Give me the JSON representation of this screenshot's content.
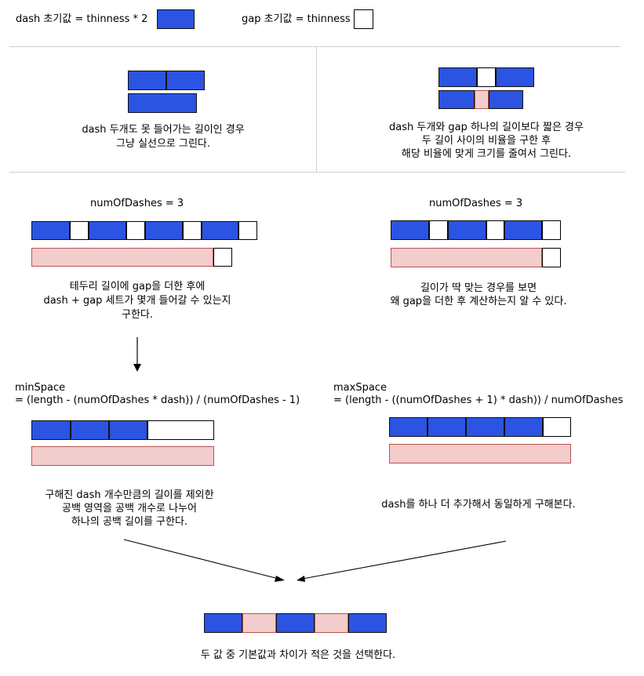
{
  "legend": {
    "dash_label": "dash 초기값 = thinness * 2",
    "gap_label": "gap 초기값 = thinness"
  },
  "case_short": {
    "text_line1": "dash 두개도 못 들어가는 길이인 경우",
    "text_line2": "그냥 실선으로 그린다."
  },
  "case_ratio": {
    "text_line1": "dash 두개와 gap 하나의 길이보다 짧은 경우",
    "text_line2": "두 길이 사이의 비율을 구한 후",
    "text_line3": "해당 비율에 맞게 크기를 줄여서 그린다."
  },
  "count_left": {
    "title": "numOfDashes = 3",
    "text_line1": "테두리 길이에 gap을 더한 후에",
    "text_line2": "dash + gap 세트가 몇개 들어갈 수 있는지",
    "text_line3": "구한다."
  },
  "count_right": {
    "title": "numOfDashes = 3",
    "text_line1": "길이가 딱 맞는 경우를 보면",
    "text_line2": "왜 gap을 더한 후 계산하는지 알 수 있다."
  },
  "min_space": {
    "label": "minSpace",
    "formula": "= (length - (numOfDashes * dash)) / (numOfDashes - 1)",
    "text_line1": "구해진 dash 개수만큼의 길이를 제외한",
    "text_line2": "공백 영역을 공백 개수로 나누어",
    "text_line3": "하나의 공백 길이를 구한다."
  },
  "max_space": {
    "label": "maxSpace",
    "formula": "= (length - ((numOfDashes + 1) * dash)) / numOfDashes",
    "text_line1": "dash를 하나 더 추가해서 동일하게 구해본다."
  },
  "result": {
    "text": "두 값 중 기본값과 차이가 적은 것을 선택한다."
  },
  "colors": {
    "dash": "#2b54e2",
    "gap": "#ffffff",
    "space": "#f3cccc",
    "space_border": "#b85450"
  }
}
